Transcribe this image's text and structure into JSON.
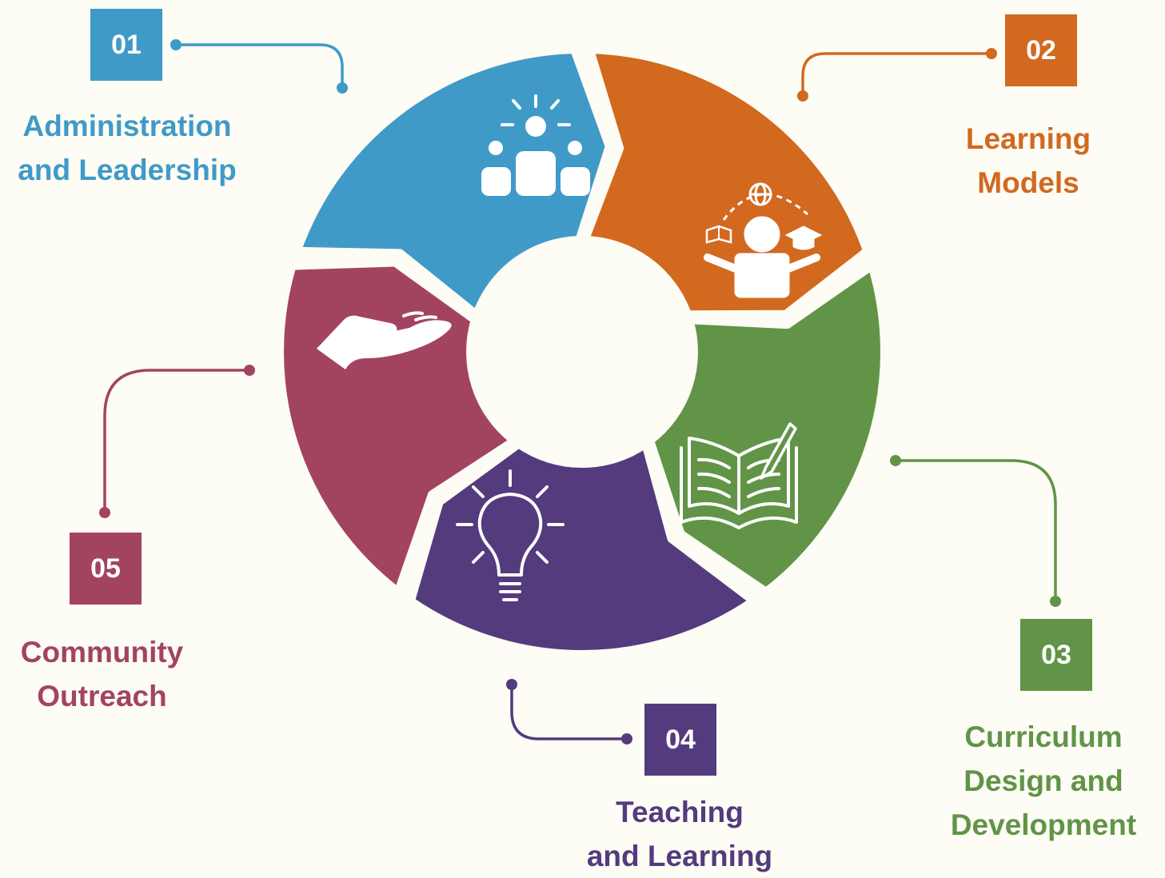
{
  "colors": {
    "background": "#fdfcf5",
    "blue": "#3f9ac8",
    "orange": "#d2691f",
    "green": "#619447",
    "purple": "#533b7e",
    "magenta": "#a24460",
    "white": "#ffffff"
  },
  "steps": [
    {
      "number": "01",
      "title_lines": [
        "Administration",
        "and Leadership"
      ],
      "color": "#3f9ac8",
      "icon": "people-leader-icon"
    },
    {
      "number": "02",
      "title_lines": [
        "Learning",
        "Models"
      ],
      "color": "#d2691f",
      "icon": "student-globe-books-icon"
    },
    {
      "number": "03",
      "title_lines": [
        "Curriculum",
        "Design and",
        "Development"
      ],
      "color": "#619447",
      "icon": "open-book-pen-icon"
    },
    {
      "number": "04",
      "title_lines": [
        "Teaching",
        "and Learning"
      ],
      "color": "#533b7e",
      "icon": "lightbulb-icon"
    },
    {
      "number": "05",
      "title_lines": [
        "Community",
        "Outreach"
      ],
      "color": "#a24460",
      "icon": "open-hand-icon"
    }
  ]
}
